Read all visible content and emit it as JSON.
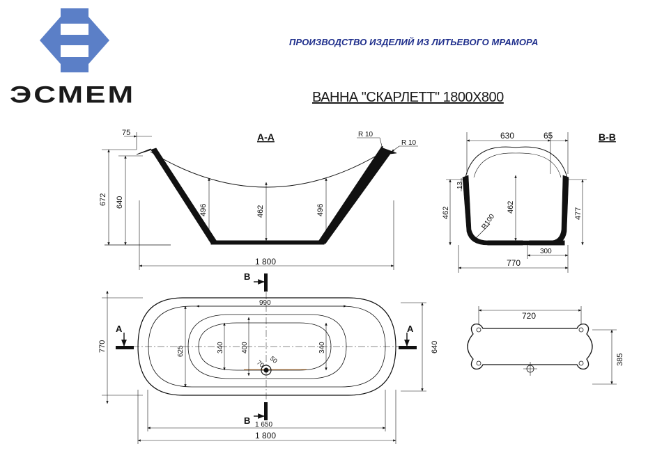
{
  "header": {
    "brand": "ЭСМЕМ",
    "company": "ПРОИЗВОДСТВО ИЗДЕЛИЙ ИЗ ЛИТЬЕВОГО МРАМОРА",
    "title": "ВАННА \"СКАРЛЕТТ\" 1800Х800",
    "logo_color": "#5b7fc7"
  },
  "section_aa": {
    "label": "А-А",
    "dims": {
      "rim": "75",
      "radius_1": "R 10",
      "radius_2": "R 10",
      "height_outer": "672",
      "height_inner": "640",
      "depth_left": "496",
      "depth_center": "462",
      "depth_right": "496",
      "length": "1 800"
    }
  },
  "section_bb": {
    "label": "В-В",
    "dims": {
      "top_width": "630",
      "rim": "65",
      "rim_height": "13",
      "height_left": "462",
      "radius": "R100",
      "depth_center": "462",
      "height_right": "477",
      "offset": "300",
      "width": "770"
    }
  },
  "plan": {
    "cut_a_left": "А",
    "cut_a_right": "А",
    "cut_b_top": "В",
    "cut_b_bottom": "В",
    "dims": {
      "inner_length": "990",
      "width": "770",
      "inner_width": "625",
      "bowl_left": "340",
      "bowl_center": "400",
      "bowl_right": "340",
      "drain_1": "70",
      "drain_2": "50",
      "outer_right": "640",
      "base_length": "1 650",
      "length": "1 800"
    }
  },
  "base": {
    "dims": {
      "length": "720",
      "width": "385"
    }
  }
}
